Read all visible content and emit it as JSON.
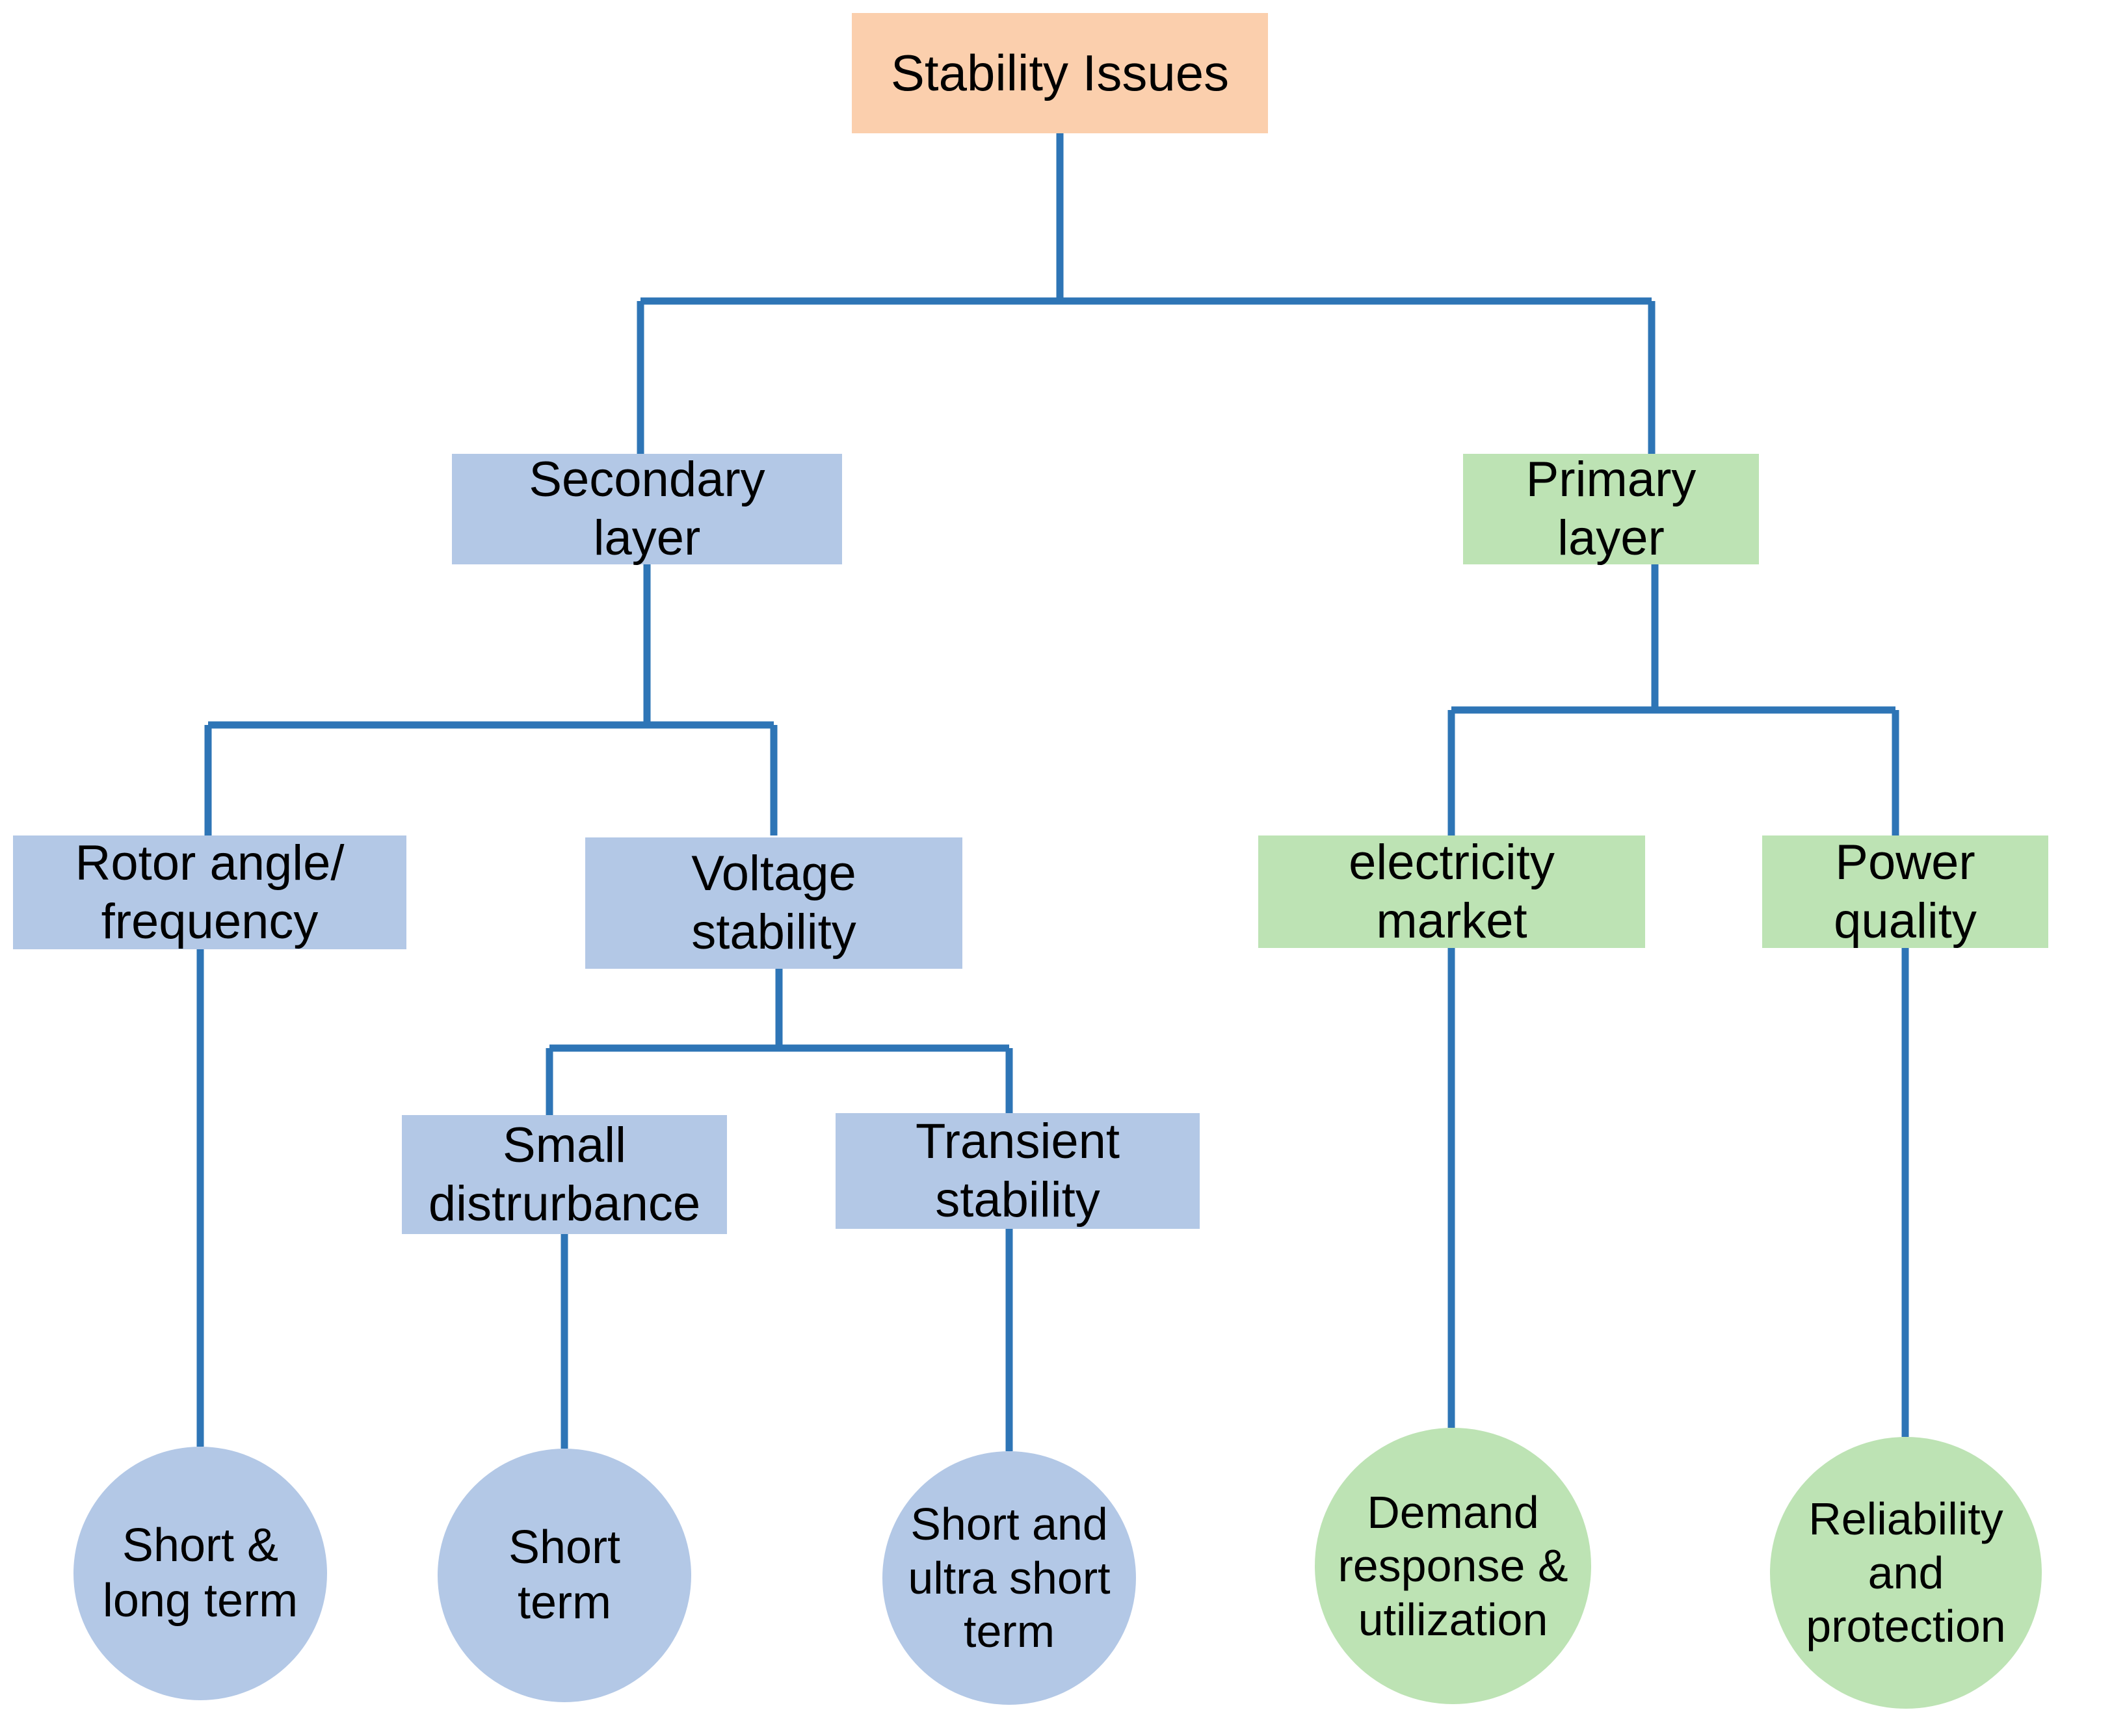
{
  "diagram": {
    "title": "Stability Issues",
    "type": "hierarchy-tree",
    "orientation": "top-down",
    "background_color": "#ffffff",
    "connector_color": "#2e75b6",
    "palette": {
      "root": "#fbcfad",
      "secondary_branch": "#b3c8e6",
      "primary_branch": "#bde3b4",
      "text": "#000000"
    }
  },
  "nodes": {
    "root": {
      "label": "Stability Issues",
      "shape": "rectangle",
      "color": "#fbcfad"
    },
    "level2": [
      {
        "id": "secondary-layer",
        "label": "Secondary\nlayer",
        "shape": "rectangle",
        "color": "#b3c8e6"
      },
      {
        "id": "primary-layer",
        "label": "Primary\nlayer",
        "shape": "rectangle",
        "color": "#bde3b4"
      }
    ],
    "level3": [
      {
        "id": "rotor-angle-frequency",
        "label": "Rotor angle/\nfrequency",
        "shape": "rectangle",
        "color": "#b3c8e6",
        "parent": "secondary-layer"
      },
      {
        "id": "voltage-stability",
        "label": "Voltage\nstability",
        "shape": "rectangle",
        "color": "#b3c8e6",
        "parent": "secondary-layer"
      },
      {
        "id": "electricity-market",
        "label": "electricity\nmarket",
        "shape": "rectangle",
        "color": "#bde3b4",
        "parent": "primary-layer"
      },
      {
        "id": "power-quality",
        "label": "Power\nquality",
        "shape": "rectangle",
        "color": "#bde3b4",
        "parent": "primary-layer"
      }
    ],
    "level4": [
      {
        "id": "small-disturbance",
        "label": "Small\ndistrurbance",
        "shape": "rectangle",
        "color": "#b3c8e6",
        "parent": "voltage-stability"
      },
      {
        "id": "transient-stability",
        "label": "Transient\nstability",
        "shape": "rectangle",
        "color": "#b3c8e6",
        "parent": "voltage-stability"
      }
    ],
    "leaves": [
      {
        "id": "short-long-term",
        "label": "Short &\nlong term",
        "shape": "circle",
        "color": "#b3c8e6",
        "parent": "rotor-angle-frequency"
      },
      {
        "id": "short-term",
        "label": "Short\nterm",
        "shape": "circle",
        "color": "#b3c8e6",
        "parent": "small-disturbance"
      },
      {
        "id": "short-ultra-short-term",
        "label": "Short and\nultra short\nterm",
        "shape": "circle",
        "color": "#b3c8e6",
        "parent": "transient-stability"
      },
      {
        "id": "demand-response-utilization",
        "label": "Demand\nresponse &\nutilization",
        "shape": "circle",
        "color": "#bde3b4",
        "parent": "electricity-market"
      },
      {
        "id": "reliability-protection",
        "label": "Reliability\nand\nprotection",
        "shape": "circle",
        "color": "#bde3b4",
        "parent": "power-quality"
      }
    ]
  }
}
